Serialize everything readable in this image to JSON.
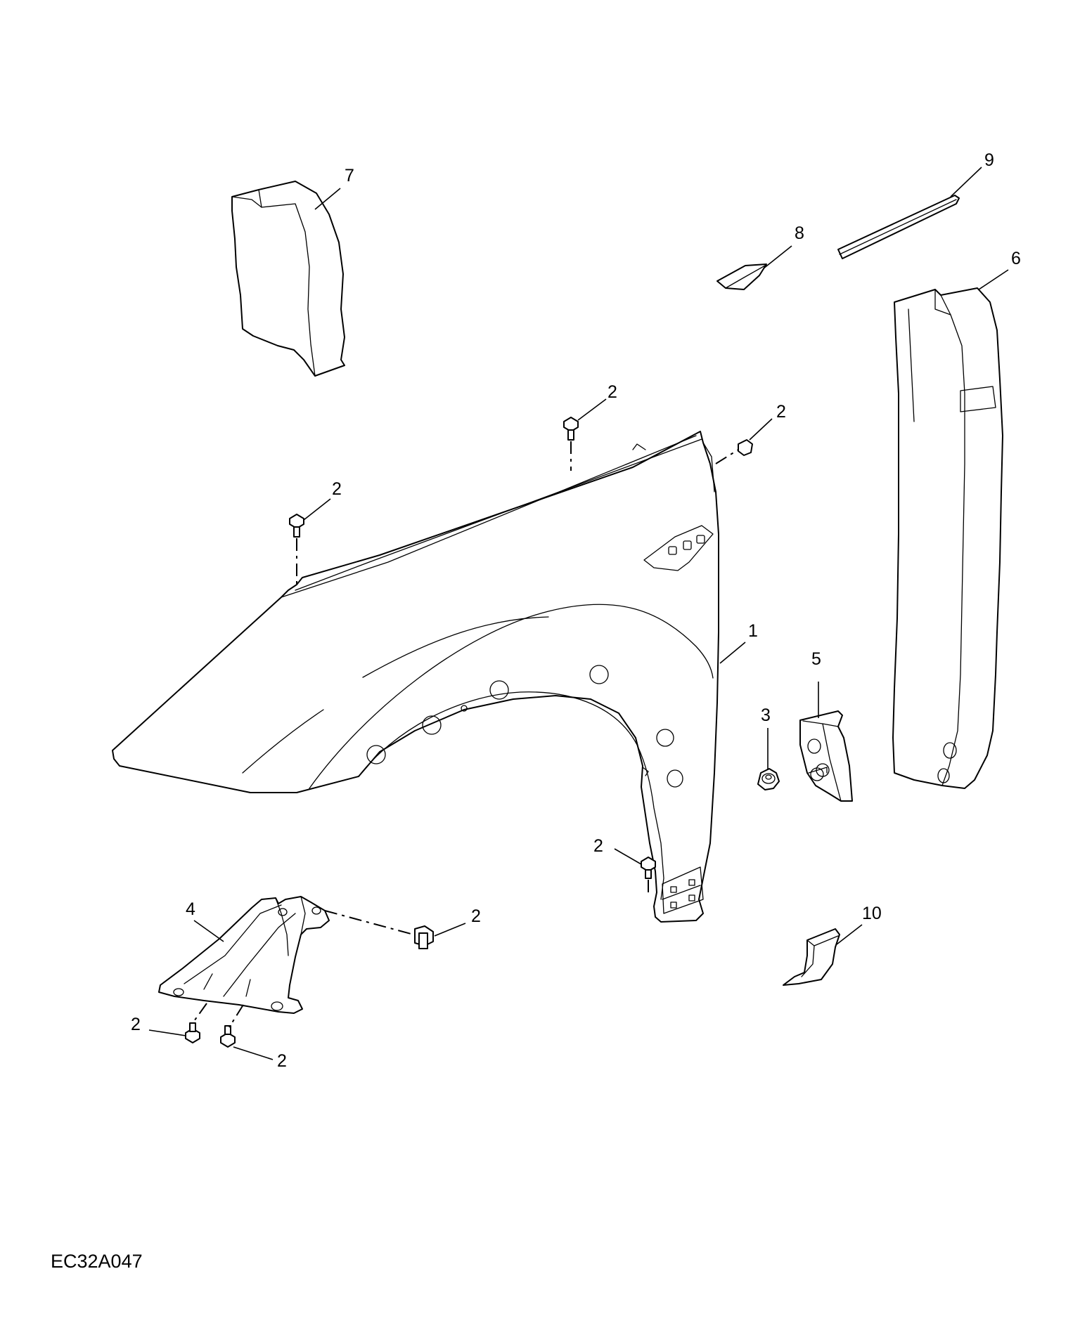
{
  "diagram": {
    "reference_code": "EC32A047",
    "callouts": {
      "fender": "1",
      "bolt": "2",
      "nut": "3",
      "lower_bracket": "4",
      "clip_bracket": "5",
      "inner_panel": "6",
      "insulator": "7",
      "upper_seal": "8",
      "seal_strip": "9",
      "lower_clip": "10"
    }
  }
}
